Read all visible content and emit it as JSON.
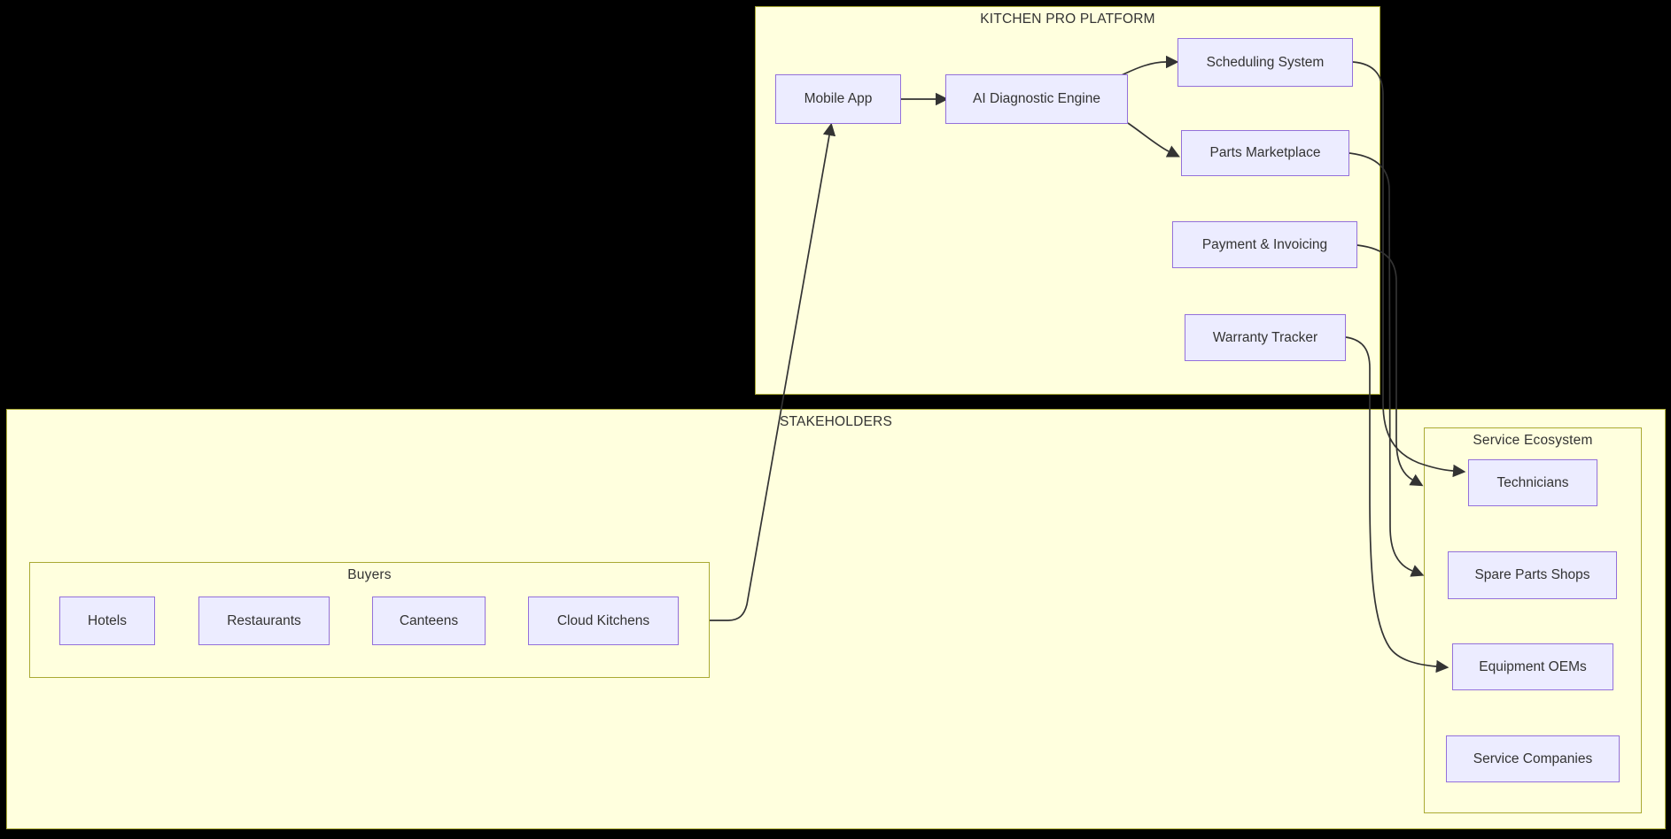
{
  "diagram": {
    "type": "flowchart",
    "background": "#000000",
    "colors": {
      "node_fill": "#ECECFF",
      "node_border": "#9370DB",
      "subgraph_fill": "#FFFFDE",
      "subgraph_border": "#AAAA33",
      "edge": "#333333",
      "text": "#333333"
    },
    "subgraphs": {
      "platform": {
        "label": "KITCHEN PRO PLATFORM"
      },
      "stakeholders": {
        "label": "STAKEHOLDERS"
      },
      "buyers": {
        "label": "Buyers"
      },
      "service_ecosystem": {
        "label": "Service Ecosystem"
      }
    },
    "nodes": {
      "mobile_app": {
        "label": "Mobile App"
      },
      "ai_engine": {
        "label": "AI Diagnostic Engine"
      },
      "scheduling": {
        "label": "Scheduling System"
      },
      "parts_marketplace": {
        "label": "Parts Marketplace"
      },
      "payment": {
        "label": "Payment & Invoicing"
      },
      "warranty": {
        "label": "Warranty Tracker"
      },
      "hotels": {
        "label": "Hotels"
      },
      "restaurants": {
        "label": "Restaurants"
      },
      "canteens": {
        "label": "Canteens"
      },
      "cloud_kitchens": {
        "label": "Cloud Kitchens"
      },
      "technicians": {
        "label": "Technicians"
      },
      "spare_parts": {
        "label": "Spare Parts Shops"
      },
      "equipment_oems": {
        "label": "Equipment OEMs"
      },
      "service_companies": {
        "label": "Service Companies"
      }
    },
    "edges": [
      {
        "from": "Buyers / Cloud Kitchens",
        "to": "Mobile App"
      },
      {
        "from": "Mobile App",
        "to": "AI Diagnostic Engine"
      },
      {
        "from": "AI Diagnostic Engine",
        "to": "Scheduling System"
      },
      {
        "from": "AI Diagnostic Engine",
        "to": "Parts Marketplace"
      },
      {
        "from": "Scheduling System",
        "to": "Technicians"
      },
      {
        "from": "Payment & Invoicing",
        "to": "Technicians (service ecosystem border)"
      },
      {
        "from": "Parts Marketplace",
        "to": "Spare Parts Shops (service ecosystem border)"
      },
      {
        "from": "Warranty Tracker",
        "to": "Equipment OEMs"
      }
    ]
  }
}
